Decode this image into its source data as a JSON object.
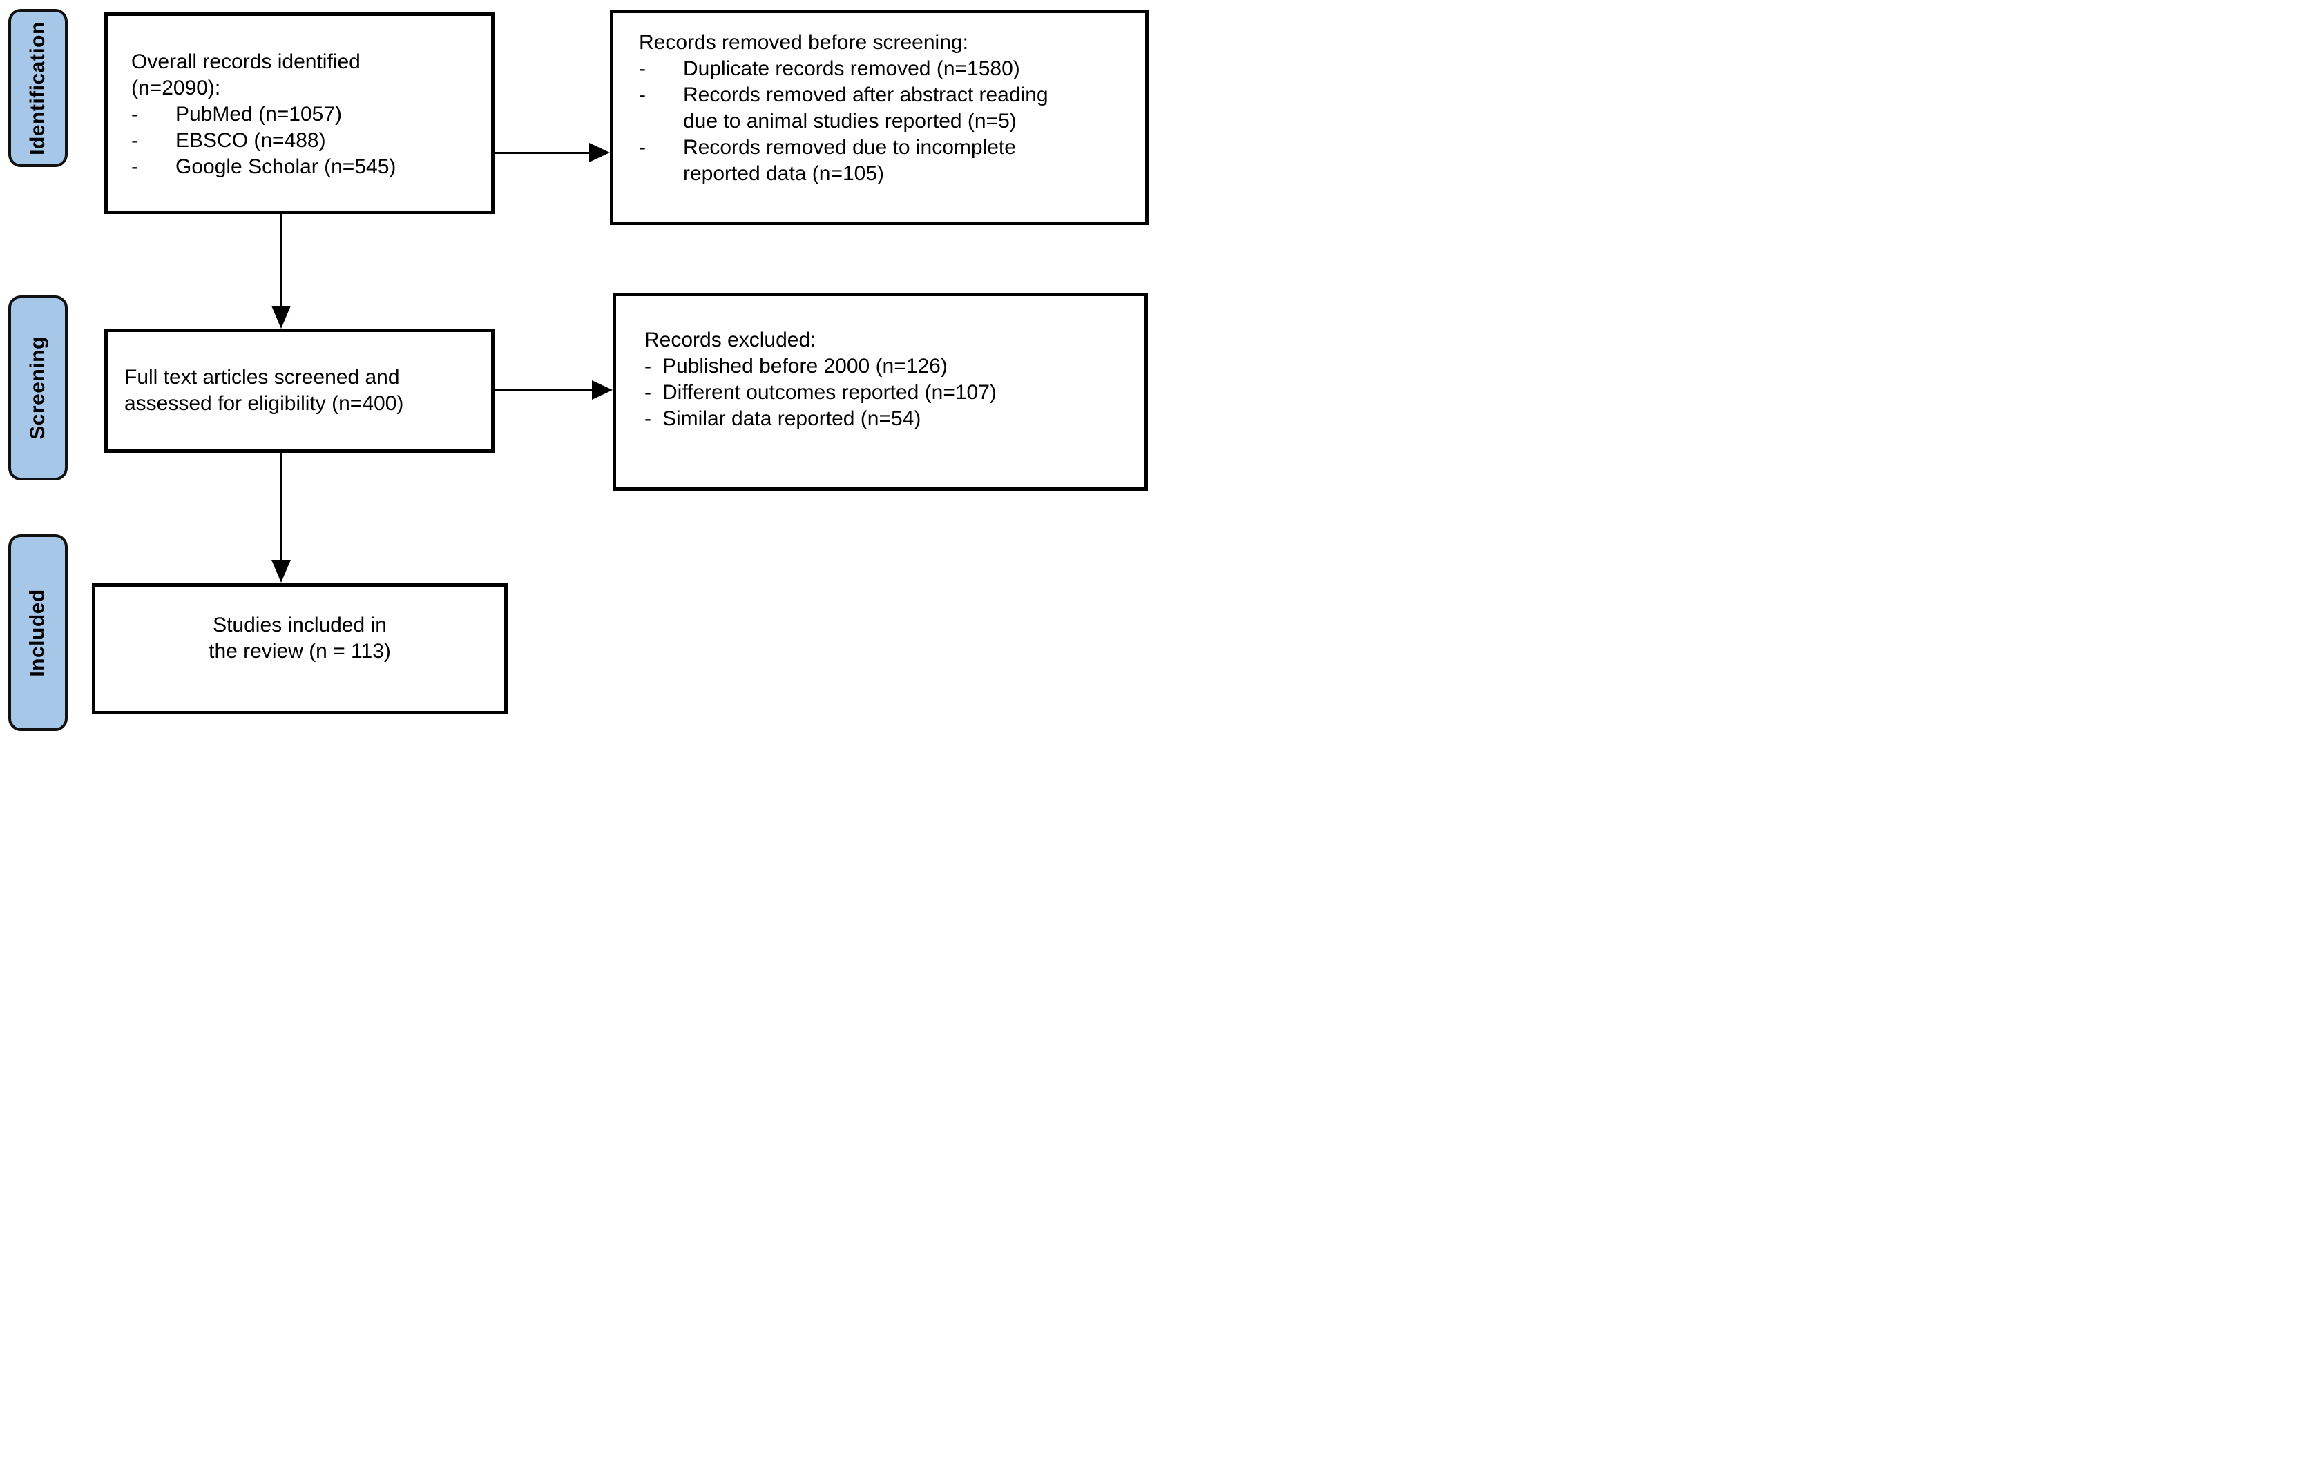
{
  "diagram": {
    "bullet_char": "-",
    "stages": [
      {
        "label": "Identification"
      },
      {
        "label": "Screening"
      },
      {
        "label": "Included"
      }
    ],
    "boxes": {
      "identified": {
        "intro_lines": [
          "Overall records identified",
          "(n=2090):"
        ],
        "items": [
          "PubMed (n=1057)",
          "EBSCO (n=488)",
          "Google Scholar (n=545)"
        ]
      },
      "removed": {
        "title": "Records removed before screening:",
        "items": [
          {
            "lines": [
              "Duplicate records removed (n=1580)"
            ]
          },
          {
            "lines": [
              "Records removed after abstract reading",
              "due to animal studies reported (n=5)"
            ]
          },
          {
            "lines": [
              "Records removed due to incomplete",
              "reported data (n=105)"
            ]
          }
        ]
      },
      "screened": {
        "lines": [
          "Full text articles screened and",
          "assessed for eligibility (n=400)"
        ]
      },
      "excluded": {
        "title": "Records excluded:",
        "items": [
          "Published before 2000 (n=126)",
          "Different outcomes reported (n=107)",
          "Similar data reported (n=54)"
        ]
      },
      "included": {
        "lines": [
          "Studies included in",
          "the review (n = 113)"
        ]
      }
    },
    "colors": {
      "stage_fill": "#A7C7E8",
      "stage_border": "#111111",
      "box_border": "#000000",
      "background": "#FFFFFF",
      "text": "#000000",
      "arrow": "#000000"
    }
  }
}
